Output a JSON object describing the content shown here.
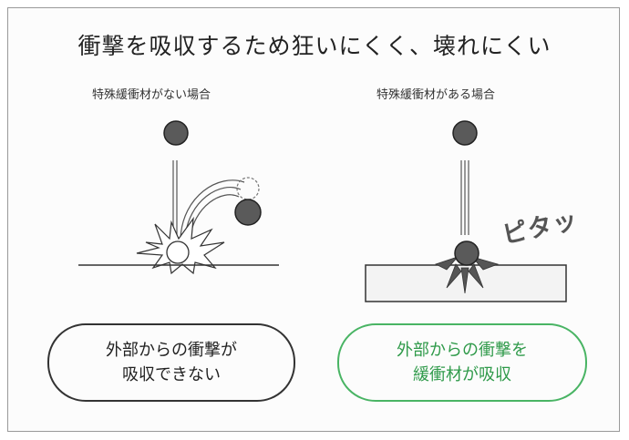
{
  "title": "衝撃を吸収するため狂いにくく、壊れにくい",
  "left_panel": {
    "subtitle": "特殊緩衝材がない場合",
    "caption_line1": "外部からの衝撃が",
    "caption_line2": "吸収できない"
  },
  "right_panel": {
    "subtitle": "特殊緩衝材がある場合",
    "caption_line1": "外部からの衝撃を",
    "caption_line2": "緩衝材が吸収",
    "onomatopoeia": "ピタッ"
  },
  "colors": {
    "ball": "#555555",
    "absorb_accent": "#49b464"
  }
}
